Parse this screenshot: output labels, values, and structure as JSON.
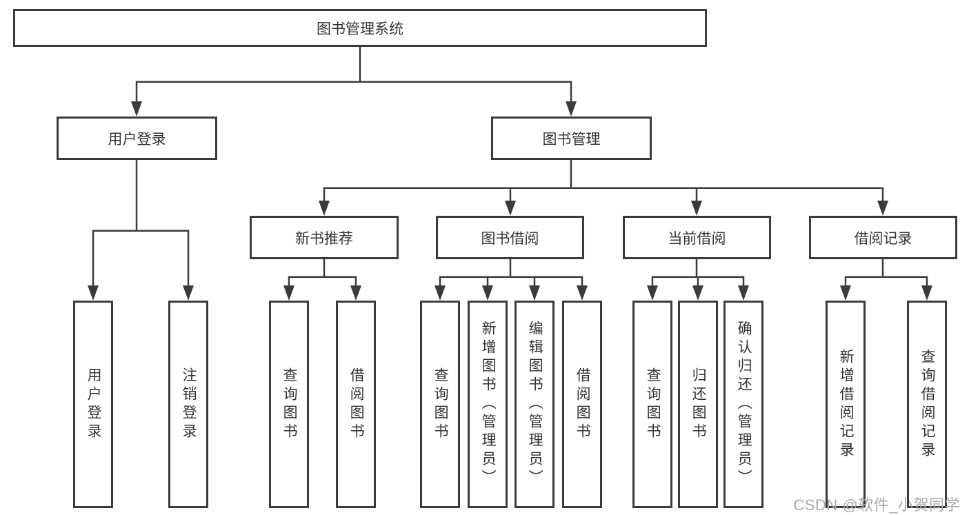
{
  "tree": {
    "root": "图书管理系统",
    "user_login": {
      "label": "用户登录",
      "leaves": [
        "用户登录",
        "注销登录"
      ]
    },
    "book_mgmt": {
      "label": "图书管理",
      "children": [
        {
          "label": "新书推荐",
          "leaves": [
            "查询图书",
            "借阅图书"
          ]
        },
        {
          "label": "图书借阅",
          "leaves": [
            "查询图书",
            "新增图书（管理员）",
            "编辑图书（管理员）",
            "借阅图书"
          ]
        },
        {
          "label": "当前借阅",
          "leaves": [
            "查询图书",
            "归还图书",
            "确认归还（管理员）"
          ]
        },
        {
          "label": "借阅记录",
          "leaves": [
            "新增借阅记录",
            "查询借阅记录"
          ]
        }
      ]
    }
  },
  "watermark": "CSDN @软件_小贺同学",
  "colors": {
    "line": "#3b3b3b",
    "box_border": "#3b3b3b",
    "box_fill": "#ffffff",
    "text": "#333333",
    "watermark": "#a9a9a9",
    "background": "#ffffff"
  }
}
